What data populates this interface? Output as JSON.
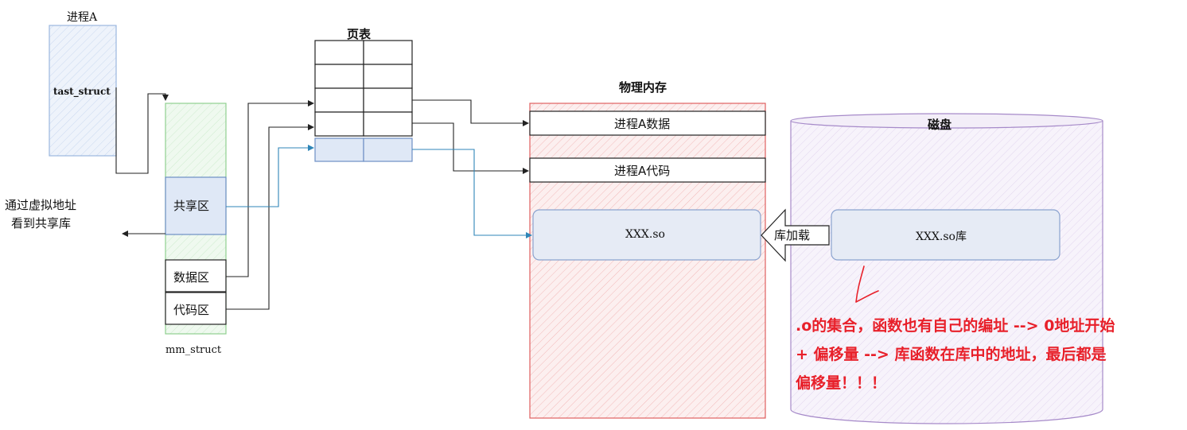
{
  "process": {
    "title": "进程A",
    "task_struct": "tast_struct"
  },
  "mm": {
    "title": "mm_struct",
    "shared": "共享区",
    "data": "数据区",
    "code": "代码区"
  },
  "page_table": {
    "title": "页表"
  },
  "physical_memory": {
    "title": "物理内存",
    "data_block": "进程A数据",
    "code_block": "进程A代码",
    "so_block": "XXX.so"
  },
  "disk": {
    "title": "磁盘",
    "lib_block": "XXX.so库"
  },
  "load_arrow": {
    "label": "库加载"
  },
  "virtual_note": {
    "line1": "通过虚拟地址",
    "line2": "看到共享库"
  },
  "note": {
    "line1": ".o的集合，函数也有自己的编址 --> 0地址开始",
    "line2": "+ 偏移量 --> 库函数在库中的地址，最后都是",
    "line3": "偏移量！！！"
  },
  "colors": {
    "process_border": "#9bb7df",
    "process_fill": "#e9f0fa",
    "mm_border": "#8fd08f",
    "mm_fill": "#eaf7ea",
    "shared_border": "#6d8fc5",
    "shared_fill": "#dfe8f6",
    "memory_border": "#e06060",
    "memory_fill": "#fbe9e9",
    "disk_border": "#a68ac9",
    "disk_fill": "#f3eef8",
    "blue_line": "#2f86b8",
    "note_red": "#e8202a"
  }
}
